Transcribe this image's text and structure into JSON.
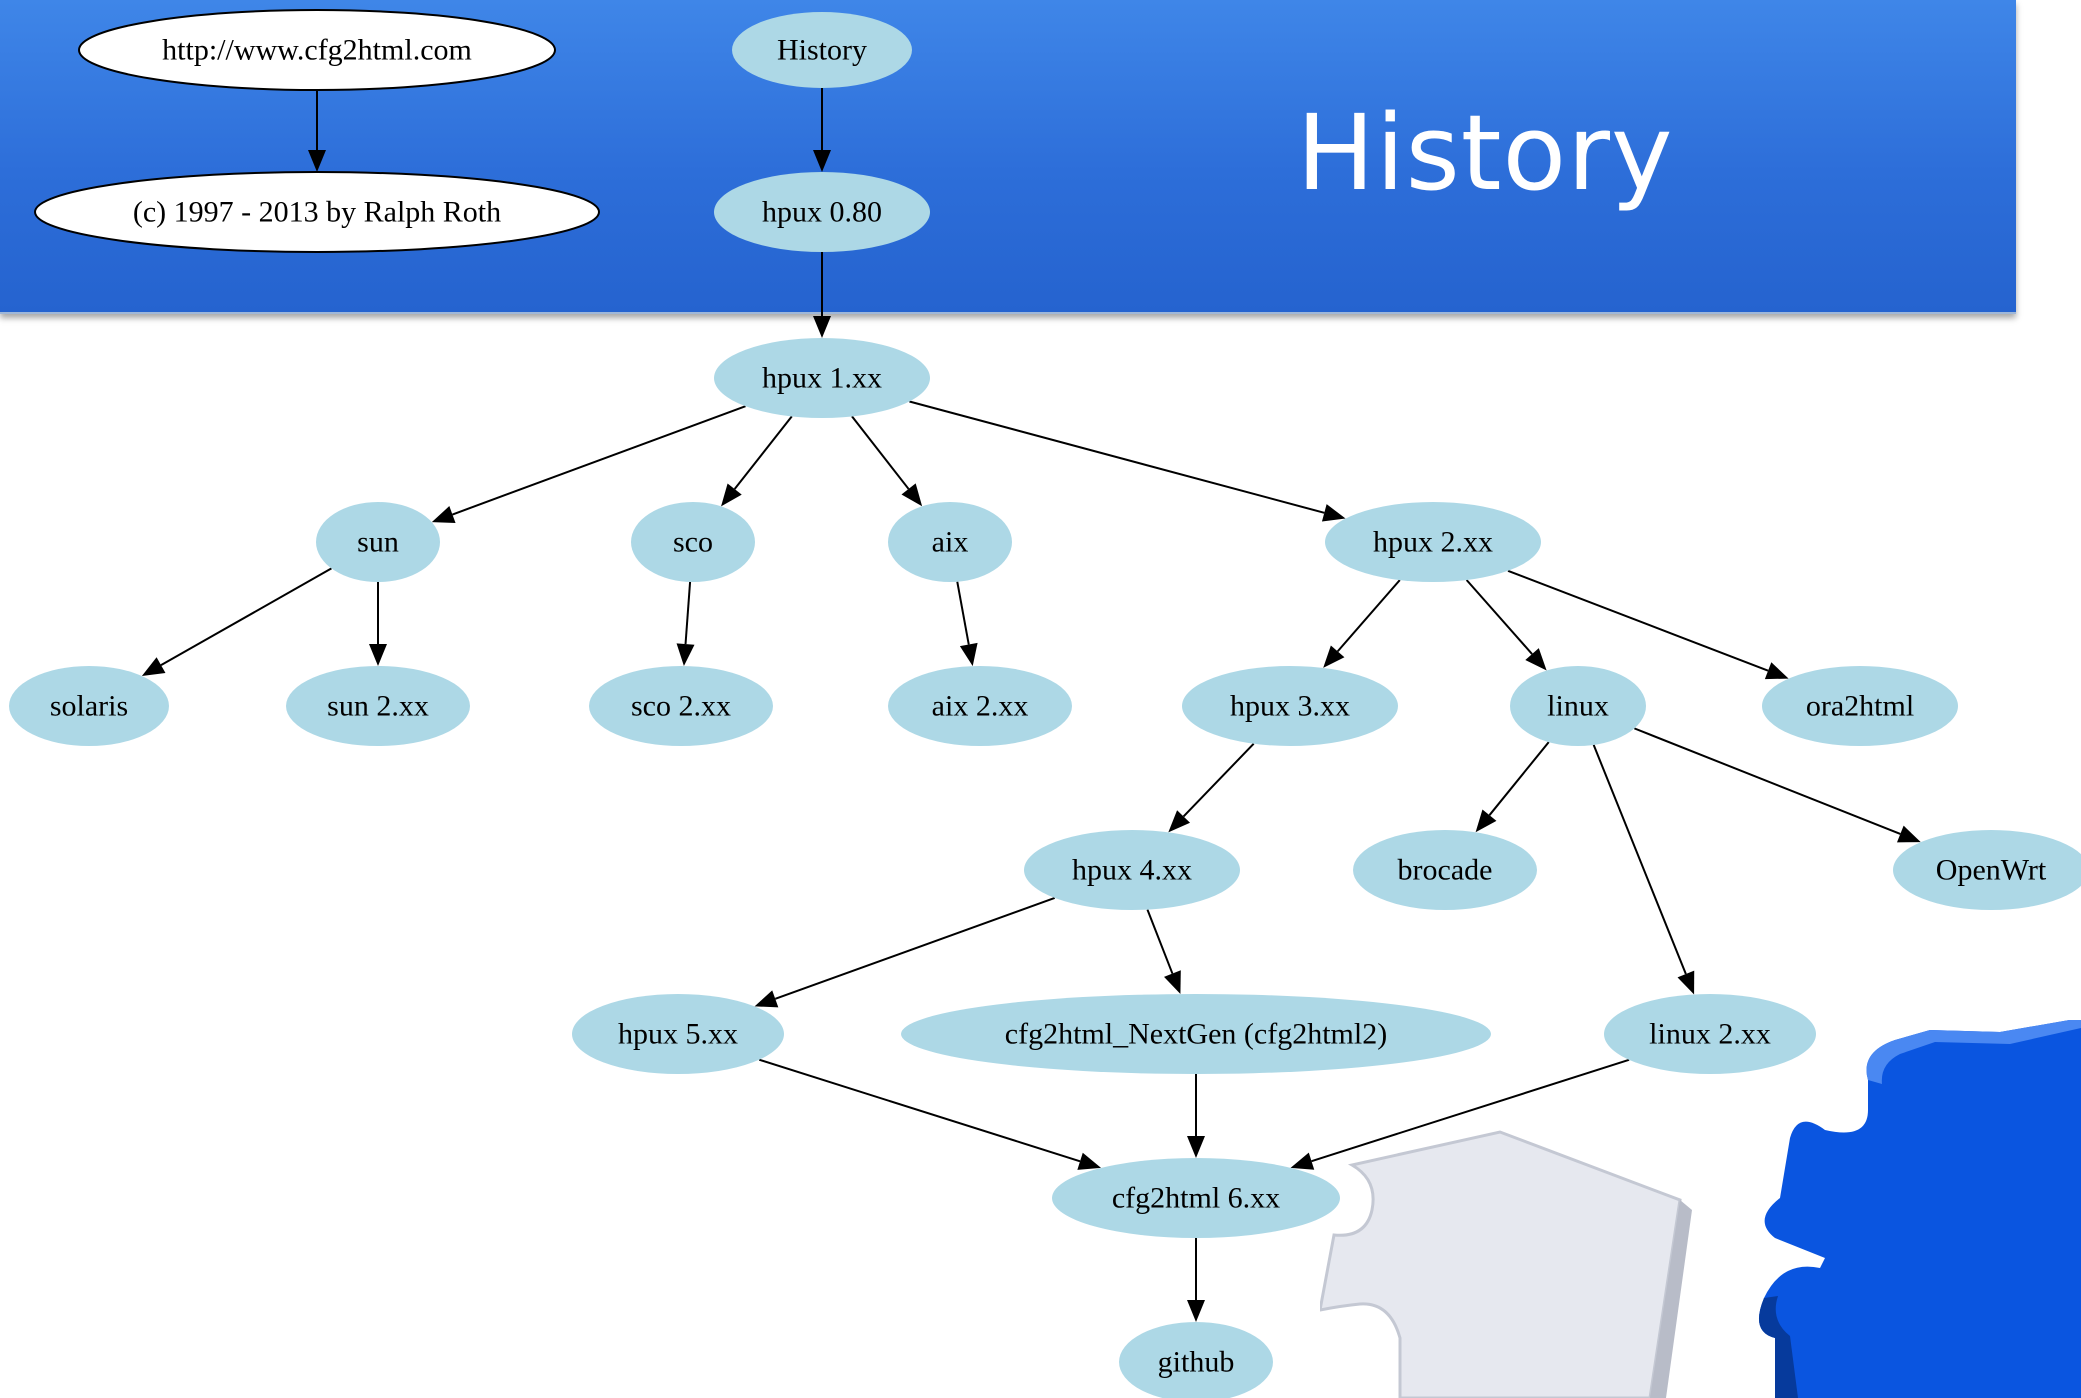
{
  "slide": {
    "title": "History"
  },
  "graph": {
    "nodes": [
      {
        "id": "url",
        "label": "http://www.cfg2html.com",
        "style": "outline"
      },
      {
        "id": "copyright",
        "label": "(c) 1997 - 2013 by Ralph Roth",
        "style": "outline"
      },
      {
        "id": "history",
        "label": "History",
        "style": "filled"
      },
      {
        "id": "hpux080",
        "label": "hpux 0.80",
        "style": "filled"
      },
      {
        "id": "hpux1",
        "label": "hpux 1.xx",
        "style": "filled"
      },
      {
        "id": "sun",
        "label": "sun",
        "style": "filled"
      },
      {
        "id": "sco",
        "label": "sco",
        "style": "filled"
      },
      {
        "id": "aix",
        "label": "aix",
        "style": "filled"
      },
      {
        "id": "hpux2",
        "label": "hpux 2.xx",
        "style": "filled"
      },
      {
        "id": "solaris",
        "label": "solaris",
        "style": "filled"
      },
      {
        "id": "sun2",
        "label": "sun 2.xx",
        "style": "filled"
      },
      {
        "id": "sco2",
        "label": "sco 2.xx",
        "style": "filled"
      },
      {
        "id": "aix2",
        "label": "aix 2.xx",
        "style": "filled"
      },
      {
        "id": "hpux3",
        "label": "hpux 3.xx",
        "style": "filled"
      },
      {
        "id": "linux",
        "label": "linux",
        "style": "filled"
      },
      {
        "id": "ora2html",
        "label": "ora2html",
        "style": "filled"
      },
      {
        "id": "hpux4",
        "label": "hpux 4.xx",
        "style": "filled"
      },
      {
        "id": "brocade",
        "label": "brocade",
        "style": "filled"
      },
      {
        "id": "openwrt",
        "label": "OpenWrt",
        "style": "filled"
      },
      {
        "id": "hpux5",
        "label": "hpux 5.xx",
        "style": "filled"
      },
      {
        "id": "nextgen",
        "label": "cfg2html_NextGen (cfg2html2)",
        "style": "filled"
      },
      {
        "id": "linux2",
        "label": "linux 2.xx",
        "style": "filled"
      },
      {
        "id": "cfg6",
        "label": "cfg2html 6.xx",
        "style": "filled"
      },
      {
        "id": "github",
        "label": "github",
        "style": "filled"
      }
    ],
    "edges": [
      [
        "url",
        "copyright"
      ],
      [
        "history",
        "hpux080"
      ],
      [
        "hpux080",
        "hpux1"
      ],
      [
        "hpux1",
        "sun"
      ],
      [
        "hpux1",
        "sco"
      ],
      [
        "hpux1",
        "aix"
      ],
      [
        "hpux1",
        "hpux2"
      ],
      [
        "sun",
        "solaris"
      ],
      [
        "sun",
        "sun2"
      ],
      [
        "sco",
        "sco2"
      ],
      [
        "aix",
        "aix2"
      ],
      [
        "hpux2",
        "hpux3"
      ],
      [
        "hpux2",
        "linux"
      ],
      [
        "hpux2",
        "ora2html"
      ],
      [
        "hpux3",
        "hpux4"
      ],
      [
        "linux",
        "brocade"
      ],
      [
        "linux",
        "linux2"
      ],
      [
        "linux",
        "openwrt"
      ],
      [
        "hpux4",
        "hpux5"
      ],
      [
        "hpux4",
        "nextgen"
      ],
      [
        "hpux5",
        "cfg6"
      ],
      [
        "nextgen",
        "cfg6"
      ],
      [
        "linux2",
        "cfg6"
      ],
      [
        "cfg6",
        "github"
      ]
    ]
  },
  "decoration": {
    "image": "puzzle-pieces",
    "colors": [
      "#0a55e0",
      "#e8eaf0"
    ]
  }
}
